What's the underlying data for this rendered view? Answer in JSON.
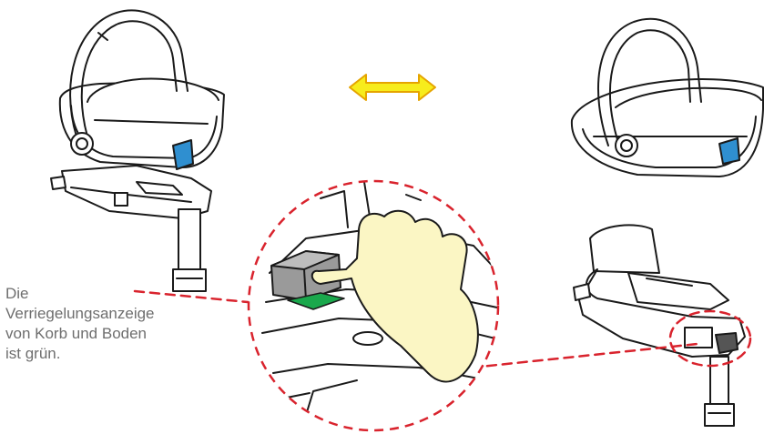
{
  "caption": {
    "lines": [
      "Die",
      "Verriegelungsanzeige",
      "von Korb und Boden",
      "ist grün."
    ]
  },
  "colors": {
    "indicator_green": "#1aa84c",
    "release_button_blue": "#2f8fd0",
    "arrow_yellow": "#f7ec1c",
    "arrow_outline": "#e5a400",
    "hand_fill": "#fbf6c4",
    "dashed_red": "#d9232d",
    "line_art": "#1a1a1a"
  },
  "icons": {
    "swap_arrow": "double-headed-horizontal-arrow-icon"
  }
}
